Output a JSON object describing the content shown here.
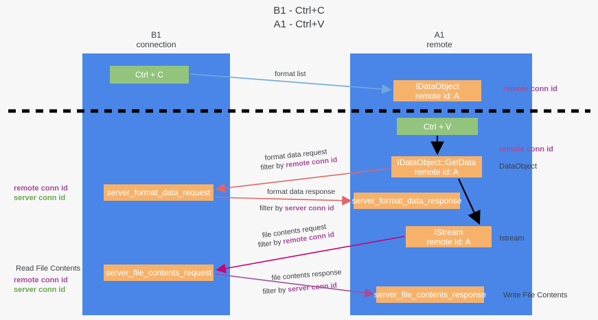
{
  "title": {
    "line1": "B1 - Ctrl+C",
    "line2": "A1 - Ctrl+V"
  },
  "columns": [
    {
      "name": "B1",
      "sub": "connection"
    },
    {
      "name": "A1",
      "sub": "remote"
    }
  ],
  "boxes": {
    "ctrl_c": "Ctrl + C",
    "idataobject_l1": "IDataObject",
    "idataobject_l2": "remote id: A",
    "ctrl_v": "Ctrl + V",
    "getdata_l1": "IDataObject::GetData",
    "getdata_l2": "remote id: A",
    "server_format_data_request": "server_format_data_request",
    "server_format_data_response": "server_format_data_response",
    "istream_l1": "IStream",
    "istream_l2": "remote id: A",
    "server_file_contents_request": "server_file_contents_request",
    "server_file_contents_response": "server_file_contents_response"
  },
  "arrow_labels": {
    "format_list": "format list",
    "format_data_request": "format data request",
    "format_data_request_filter_prefix": "filter by ",
    "format_data_request_filter_key": "remote conn id",
    "format_data_response": "format data response",
    "format_data_response_filter_prefix": "filter by ",
    "format_data_response_filter_key": "server conn id",
    "file_contents_request": "file contents request",
    "file_contents_request_filter_prefix": "filter by ",
    "file_contents_request_filter_key": "remote conn id",
    "file_contents_response": "file contents response",
    "file_contents_response_filter_prefix": "filter by ",
    "file_contents_response_filter_key": "server conn id"
  },
  "side_notes": {
    "right_remote_conn_id_top": "remote conn id",
    "right_remote_conn_id_mid": "remote conn id",
    "right_dataobject": "DataObject",
    "right_istream": "Istream",
    "right_write_file_contents": "Write File Contents",
    "left_remote_conn_id": "remote conn id",
    "left_server_conn_id": "server conn id",
    "left_read_file_contents": "Read File Contents",
    "left_remote_conn_id_2": "remote conn id",
    "left_server_conn_id_2": "server conn id"
  },
  "colors": {
    "lane": "#4a86e8",
    "green_box": "#93c47d",
    "orange_box": "#f6b26b",
    "purple_text": "#a64d9a",
    "green_text": "#6aa84f",
    "blue_arrow": "#6fa8dc",
    "red_arrow": "#e06666",
    "magenta_arrow": "#c90076",
    "violet_arrow": "#a64d9a",
    "black": "#000000",
    "background": "#f7f7f7"
  }
}
